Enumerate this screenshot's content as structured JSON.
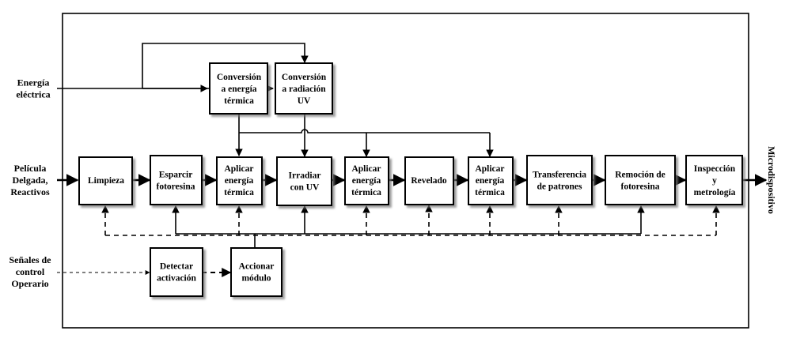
{
  "inputs": {
    "energia": [
      "Energía",
      "eléctrica"
    ],
    "pelicula": [
      "Película",
      "Delgada,",
      "Reactivos"
    ],
    "senales": [
      "Señales de",
      "control",
      "Operario"
    ]
  },
  "output": "Microdispositivo",
  "boxes": {
    "conv_termica": [
      "Conversión",
      "a energía",
      "térmica"
    ],
    "conv_uv": [
      "Conversión",
      "a radiación",
      "UV"
    ],
    "limpieza": [
      "Limpieza"
    ],
    "esparcir": [
      "Esparcir",
      "fotoresina"
    ],
    "aplicar1": [
      "Aplicar",
      "energía",
      "térmica"
    ],
    "irradiar": [
      "Irradiar",
      "con UV"
    ],
    "aplicar2": [
      "Aplicar",
      "energía",
      "térmica"
    ],
    "revelado": [
      "Revelado"
    ],
    "aplicar3": [
      "Aplicar",
      "energía",
      "térmica"
    ],
    "transferencia": [
      "Transferencia",
      "de patrones"
    ],
    "remocion": [
      "Remoción de",
      "fotoresina"
    ],
    "inspeccion": [
      "Inspección",
      "y",
      "metrología"
    ],
    "detectar": [
      "Detectar",
      "activación"
    ],
    "accionar": [
      "Accionar",
      "módulo"
    ]
  }
}
